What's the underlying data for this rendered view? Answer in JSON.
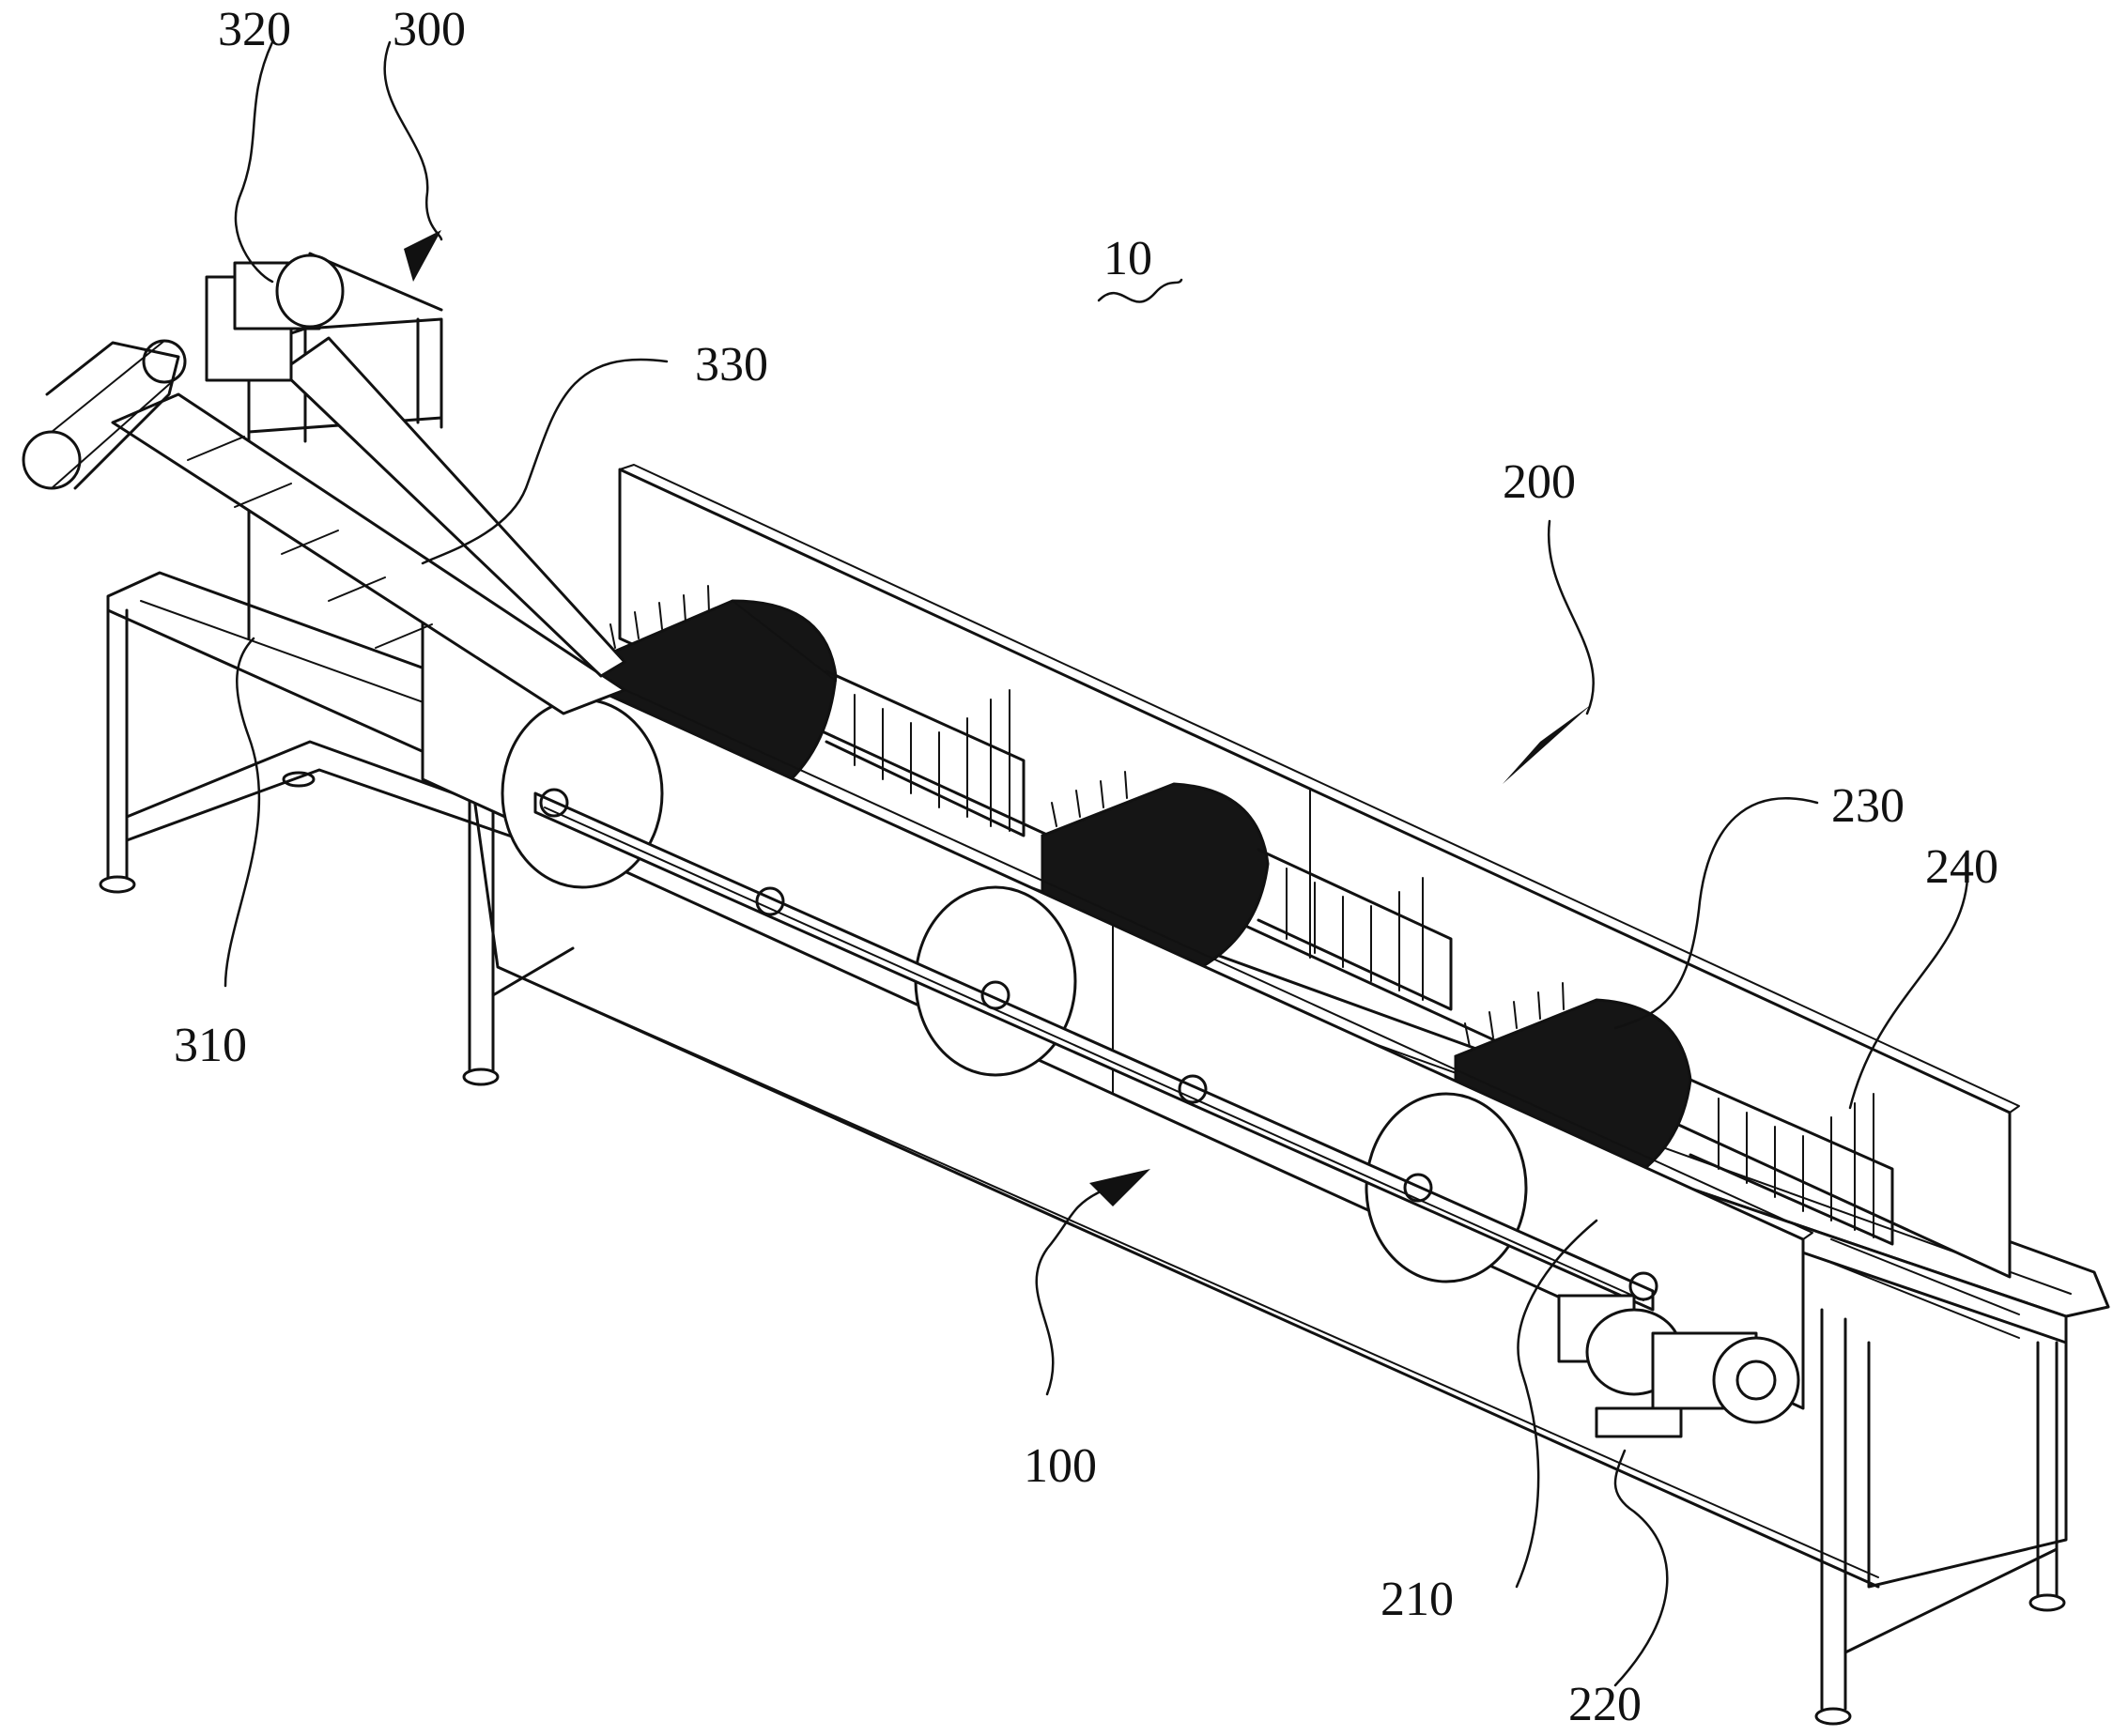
{
  "figure": {
    "colors": {
      "ink": "#111111",
      "background": "#ffffff"
    },
    "labels": [
      {
        "id": "320",
        "text": "320"
      },
      {
        "id": "300",
        "text": "300"
      },
      {
        "id": "10",
        "text": "10"
      },
      {
        "id": "330",
        "text": "330"
      },
      {
        "id": "200",
        "text": "200"
      },
      {
        "id": "230",
        "text": "230"
      },
      {
        "id": "240",
        "text": "240"
      },
      {
        "id": "310",
        "text": "310"
      },
      {
        "id": "100",
        "text": "100"
      },
      {
        "id": "210",
        "text": "210"
      },
      {
        "id": "220",
        "text": "220"
      }
    ]
  }
}
